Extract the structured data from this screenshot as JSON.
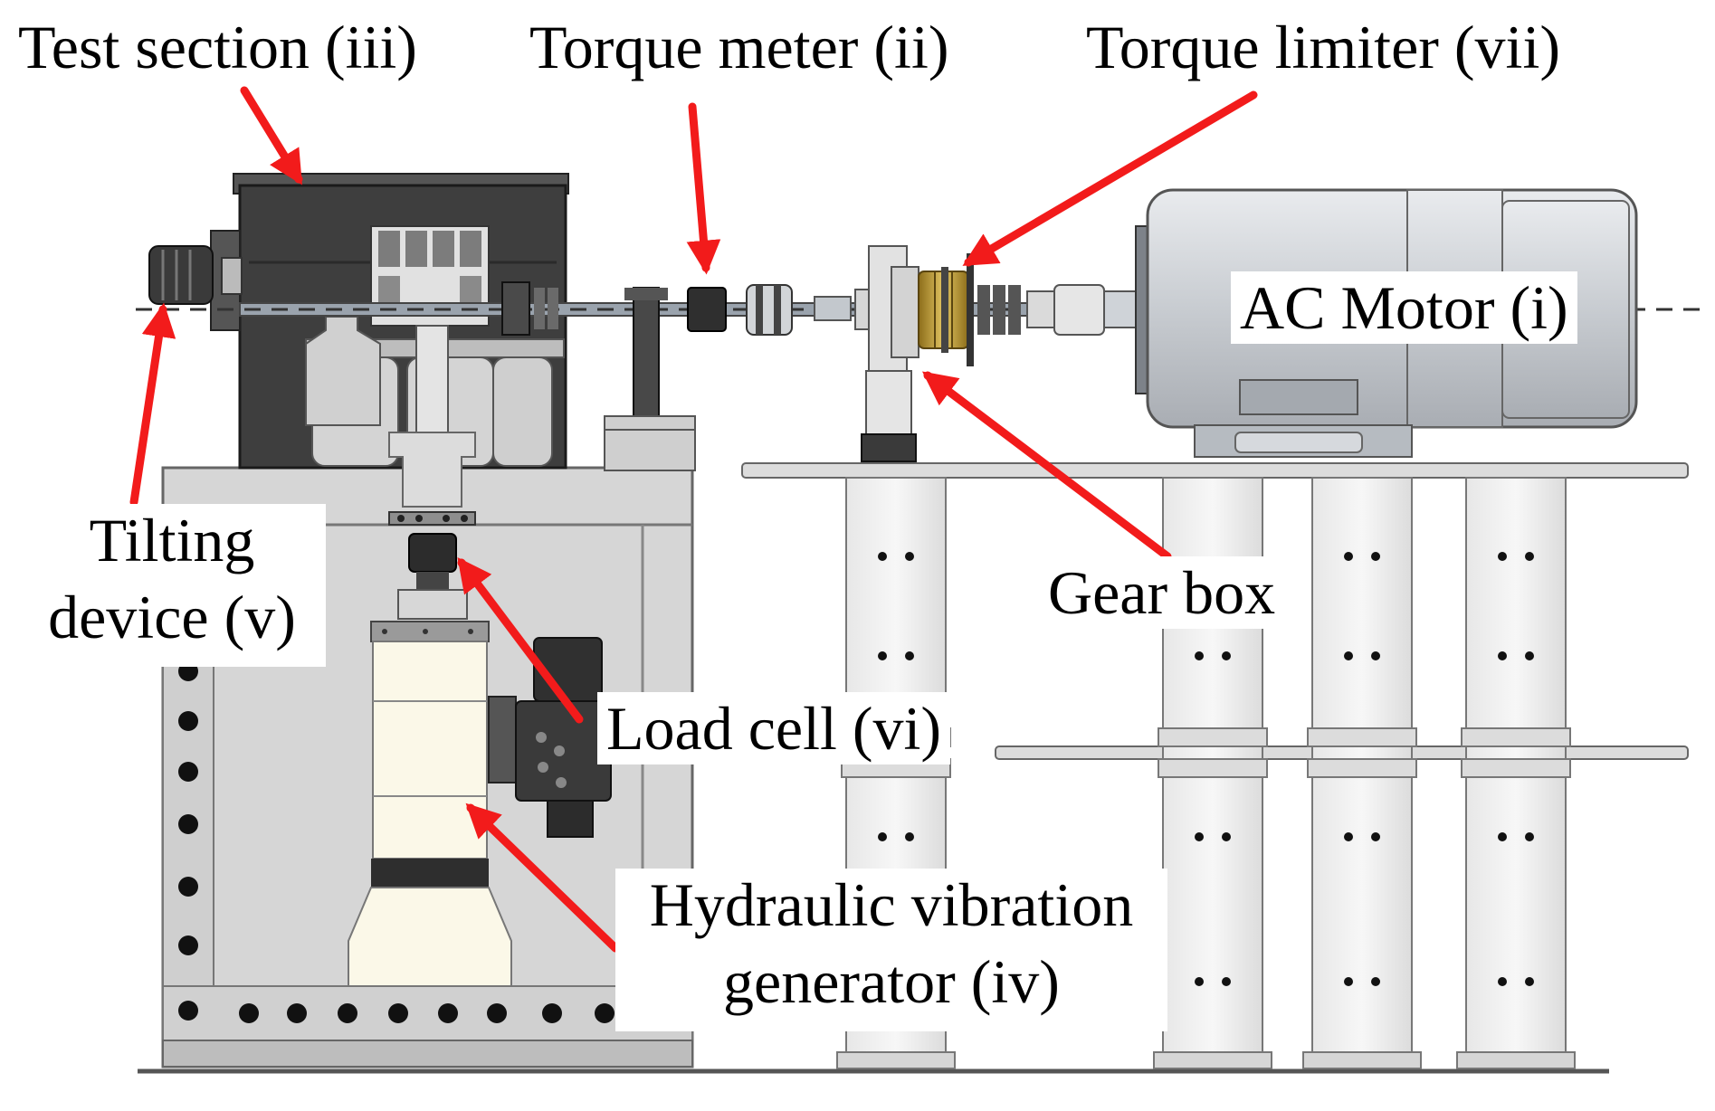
{
  "labels": {
    "test_section": "Test section (iii)",
    "torque_meter": "Torque meter (ii)",
    "torque_limiter": "Torque limiter (vii)",
    "ac_motor": "AC Motor (i)",
    "tilting_line1": "Tilting",
    "tilting_line2": "device (v)",
    "gear_box": "Gear box",
    "load_cell": "Load cell (vi)",
    "hydraulic_line1": "Hydraulic vibration",
    "hydraulic_line2": "generator (iv)"
  },
  "colors": {
    "arrow": "#f21b1b",
    "frame_gray": "#d6d6d6",
    "housing_dark": "#3e3e3e",
    "motor_body": "#c9cdd2",
    "torque_limiter_gold": "#b8962c",
    "vibration_generator": "#fbf8e8"
  }
}
